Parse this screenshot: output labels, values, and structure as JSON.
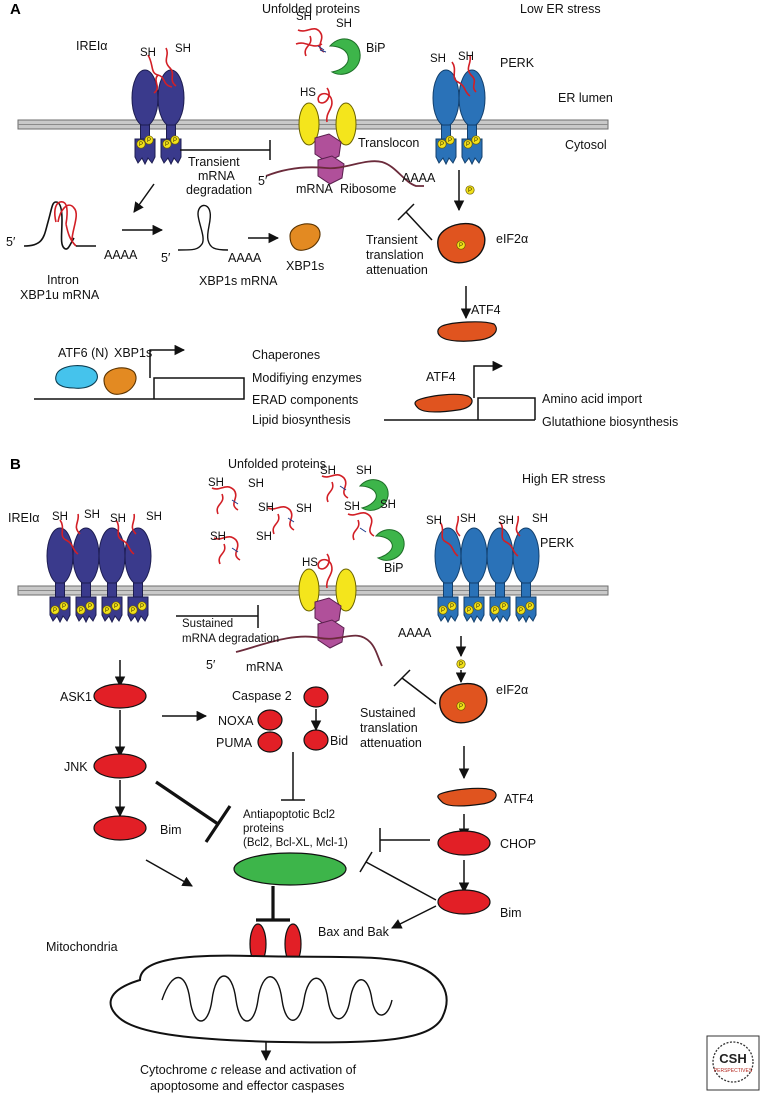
{
  "panels": {
    "a": {
      "letter": "A",
      "unfolded_proteins": "Unfolded proteins",
      "stress": "Low ER stress",
      "ire1": "IREIα",
      "perk": "PERK",
      "bip": "BiP",
      "sh": "SH",
      "hs": "HS",
      "er_lumen": "ER lumen",
      "cytosol": "Cytosol",
      "translocon": "Translocon",
      "ribosome": "Ribosome",
      "mrna": "mRNA",
      "five_prime": "5′",
      "aaaa": "AAAA",
      "transient_degradation": [
        "Transient",
        "mRNA",
        "degradation"
      ],
      "intron": "Intron",
      "xbp1u": "XBP1u mRNA",
      "xbp1s_mrna": "XBP1s mRNA",
      "xbp1s": "XBP1s",
      "transient_attenuation": [
        "Transient",
        "translation",
        "attenuation"
      ],
      "eif2a": "eIF2α",
      "atf4": "ATF4",
      "atf6n": "ATF6 (N)",
      "targets_left": [
        "Chaperones",
        "Modifiying enzymes",
        "ERAD components",
        "Lipid biosynthesis"
      ],
      "targets_right": [
        "Amino acid import",
        "Glutathione biosynthesis"
      ]
    },
    "b": {
      "letter": "B",
      "unfolded_proteins": "Unfolded proteins",
      "stress": "High ER stress",
      "ire1": "IREIα",
      "perk": "PERK",
      "bip": "BiP",
      "sustained_degradation": [
        "Sustained",
        "mRNA degradation"
      ],
      "mrna": "mRNA",
      "aaaa": "AAAA",
      "sustained_attenuation": [
        "Sustained",
        "translation",
        "attenuation"
      ],
      "eif2a": "eIF2α",
      "ask1": "ASK1",
      "jnk": "JNK",
      "bim": "Bim",
      "caspase2": "Caspase 2",
      "noxa": "NOXA",
      "puma": "PUMA",
      "bid": "Bid",
      "antiapoptotic": [
        "Antiapoptotic Bcl2",
        "proteins",
        "(Bcl2, Bcl-XL, Mcl-1)"
      ],
      "atf4": "ATF4",
      "chop": "CHOP",
      "bax_bak": "Bax and Bak",
      "mitochondria": "Mitochondria",
      "release_pre": "Cytochrome ",
      "release_c": "c",
      "release_post": " release and activation of",
      "release_line2": "apoptosome and effector caspases"
    }
  },
  "logo": {
    "line1": "CSH",
    "line2": "PERSPECTIVES"
  },
  "colors": {
    "ire1": "#3a3a8c",
    "perk": "#2a72b8",
    "bip": "#3db54a",
    "translocon": "#f4e51c",
    "ribosome": "#b0509a",
    "xbp1s": "#e38a22",
    "eif2a": "#e0541f",
    "atf6": "#45c3ec",
    "apoptotic": "#e21f26",
    "bcl2": "#3db54a",
    "membrane": "#c9c9c9"
  }
}
